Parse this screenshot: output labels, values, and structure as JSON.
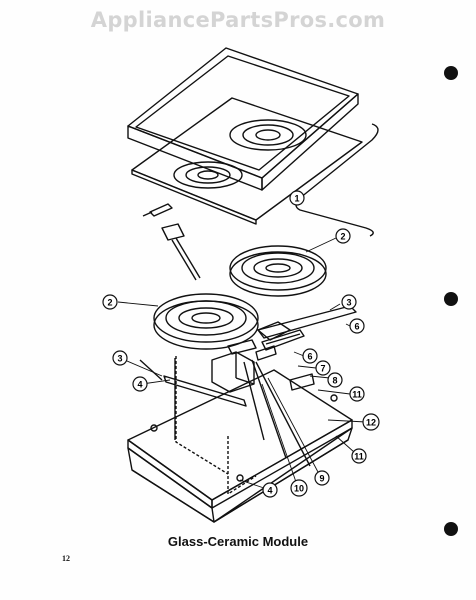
{
  "watermark": "AppliancePartsPros.com",
  "caption": "Glass-Ceramic Module",
  "page_number": "12",
  "callouts": [
    "1",
    "2",
    "2",
    "3",
    "3",
    "4",
    "4",
    "6",
    "6",
    "7",
    "8",
    "9",
    "10",
    "11",
    "11",
    "12"
  ]
}
